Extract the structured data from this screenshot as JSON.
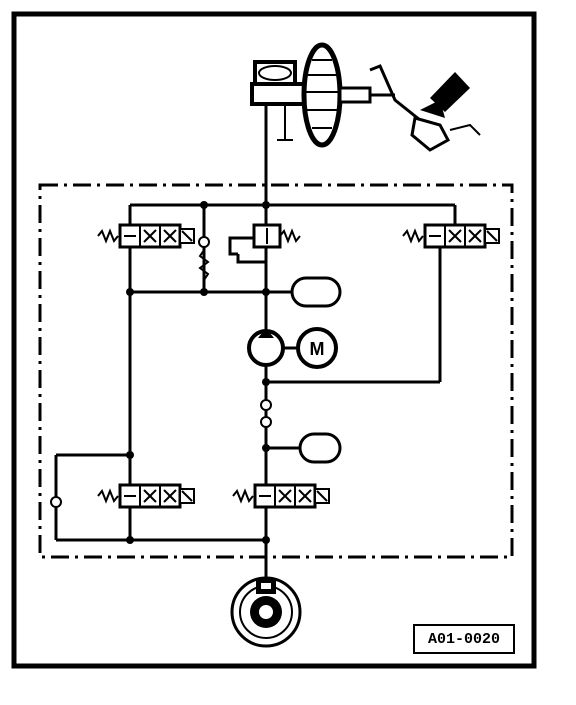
{
  "figure": {
    "code_label": "A01-0020",
    "motor_symbol": "M",
    "colors": {
      "ink": "#000000",
      "paper": "#ffffff"
    },
    "components": [
      "master-cylinder-brake-booster",
      "brake-pedal",
      "inlet-valve",
      "outlet-valve",
      "switchover-valve",
      "accumulator",
      "pump",
      "motor",
      "check-valve",
      "pressure-relief-valve",
      "wheel-brake"
    ]
  }
}
